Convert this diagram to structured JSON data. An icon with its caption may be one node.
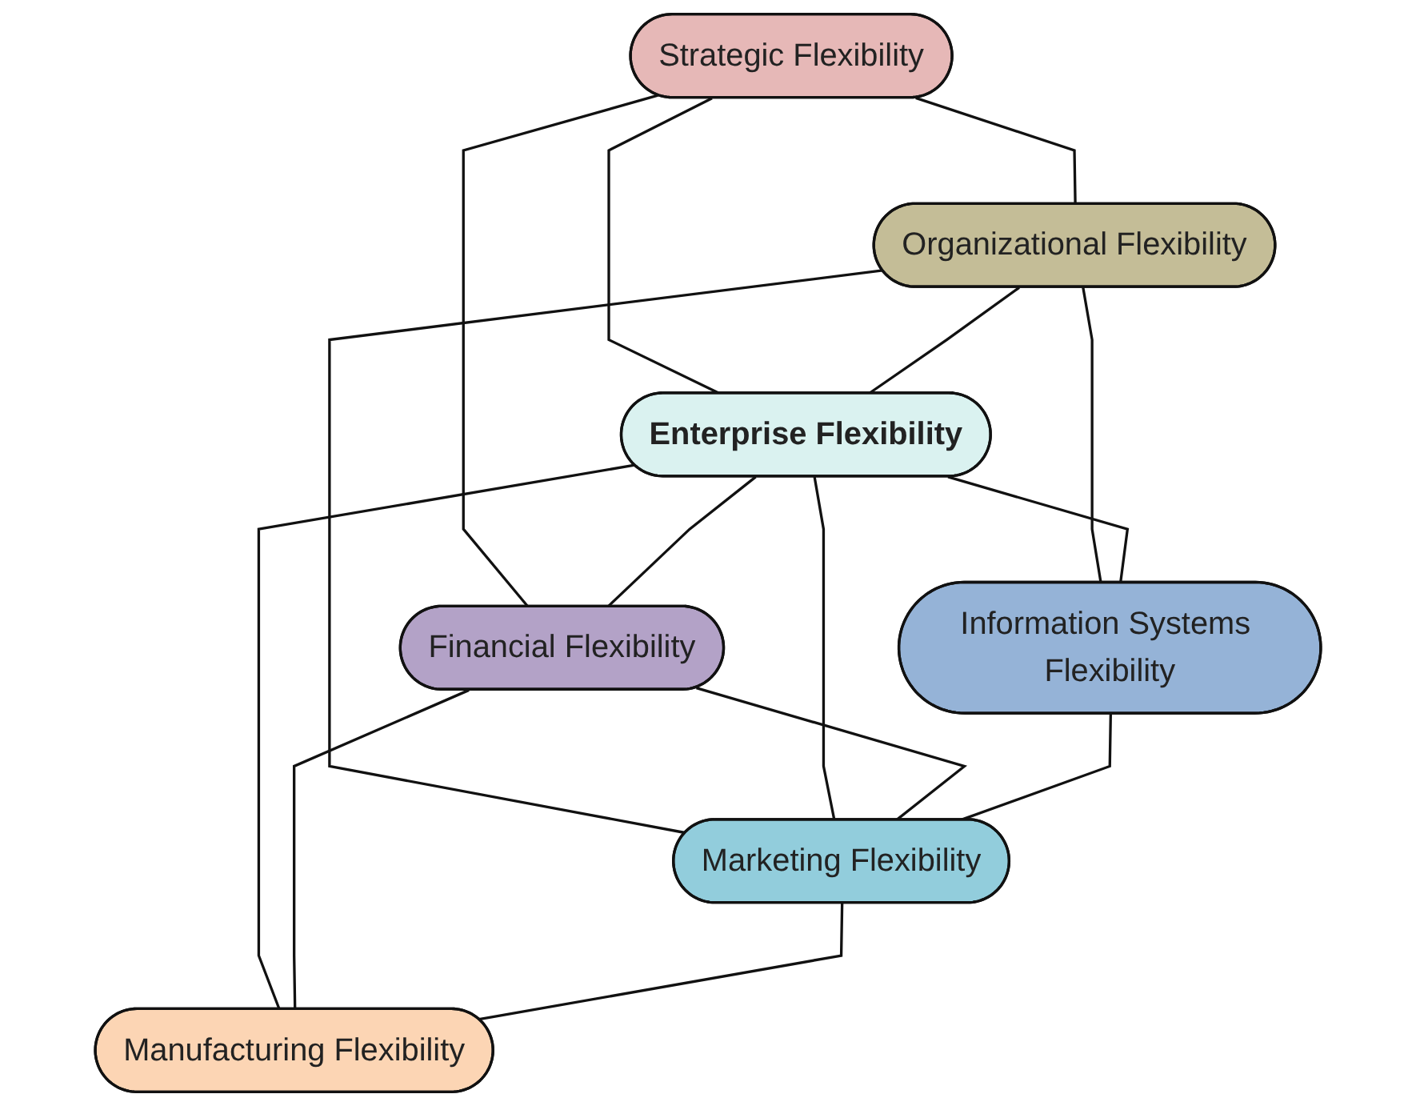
{
  "diagram": {
    "nodes": [
      {
        "text": [
          "Strategic Flexibility"
        ]
      },
      {
        "text": [
          "Organizational Flexibility"
        ]
      },
      {
        "text": [
          "Enterprise Flexibility"
        ]
      },
      {
        "text": [
          "Financial Flexibility"
        ]
      },
      {
        "text": [
          "Information Systems Flexibility"
        ]
      },
      {
        "text": [
          "Marketing Flexibility"
        ]
      },
      {
        "text": [
          "Manufacturing Flexibility"
        ]
      }
    ],
    "edges": [
      {
        "from": 0,
        "to": 1,
        "arrow": "none"
      },
      {
        "from": 0,
        "to": 2,
        "arrow": "none"
      },
      {
        "from": 0,
        "to": 3,
        "arrow": "none"
      },
      {
        "from": 1,
        "to": 2,
        "arrow": "none"
      },
      {
        "from": 2,
        "to": 3,
        "arrow": "none"
      },
      {
        "from": 1,
        "to": 4,
        "arrow": "none"
      },
      {
        "from": 1,
        "to": 5,
        "arrow": "none"
      },
      {
        "from": 2,
        "to": 4,
        "arrow": "none"
      },
      {
        "from": 2,
        "to": 5,
        "arrow": "none"
      },
      {
        "from": 2,
        "to": 6,
        "arrow": "none"
      },
      {
        "from": 3,
        "to": 5,
        "arrow": "none"
      },
      {
        "from": 3,
        "to": 6,
        "arrow": "none"
      },
      {
        "from": 4,
        "to": 5,
        "arrow": "none"
      },
      {
        "from": 5,
        "to": 6,
        "arrow": "none"
      }
    ]
  }
}
